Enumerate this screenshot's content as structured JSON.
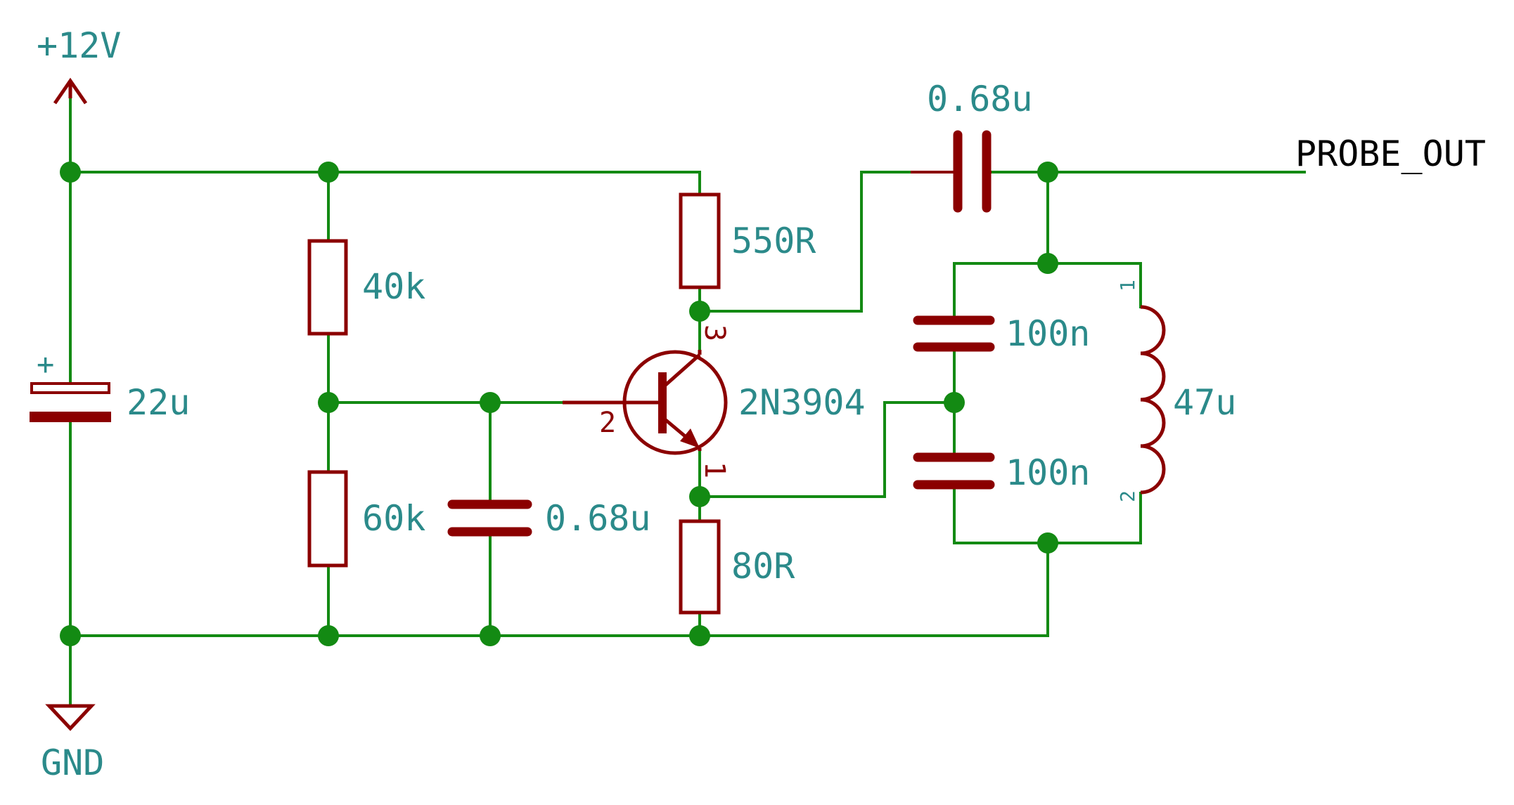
{
  "power": {
    "vcc_label": "+12V",
    "gnd_label": "GND"
  },
  "components": {
    "c_bulk": {
      "value": "22u",
      "polarity_mark": "+"
    },
    "r_bias_top": {
      "value": "40k"
    },
    "r_bias_bottom": {
      "value": "60k"
    },
    "c_base": {
      "value": "0.68u"
    },
    "r_collector": {
      "value": "550R"
    },
    "r_emitter": {
      "value": "80R"
    },
    "transistor": {
      "part": "2N3904",
      "pin_base": "2",
      "pin_collector": "3",
      "pin_emitter": "1"
    },
    "c_coupling": {
      "value": "0.68u"
    },
    "c_tank_top": {
      "value": "100n"
    },
    "c_tank_bottom": {
      "value": "100n"
    },
    "inductor": {
      "value": "47u",
      "pin_top": "1",
      "pin_bottom": "2"
    }
  },
  "net_labels": {
    "output": "PROBE_OUT"
  },
  "colors": {
    "wire": "#138a13",
    "component": "#8b0000",
    "label": "#2b8a8a",
    "net_label": "#000000"
  }
}
